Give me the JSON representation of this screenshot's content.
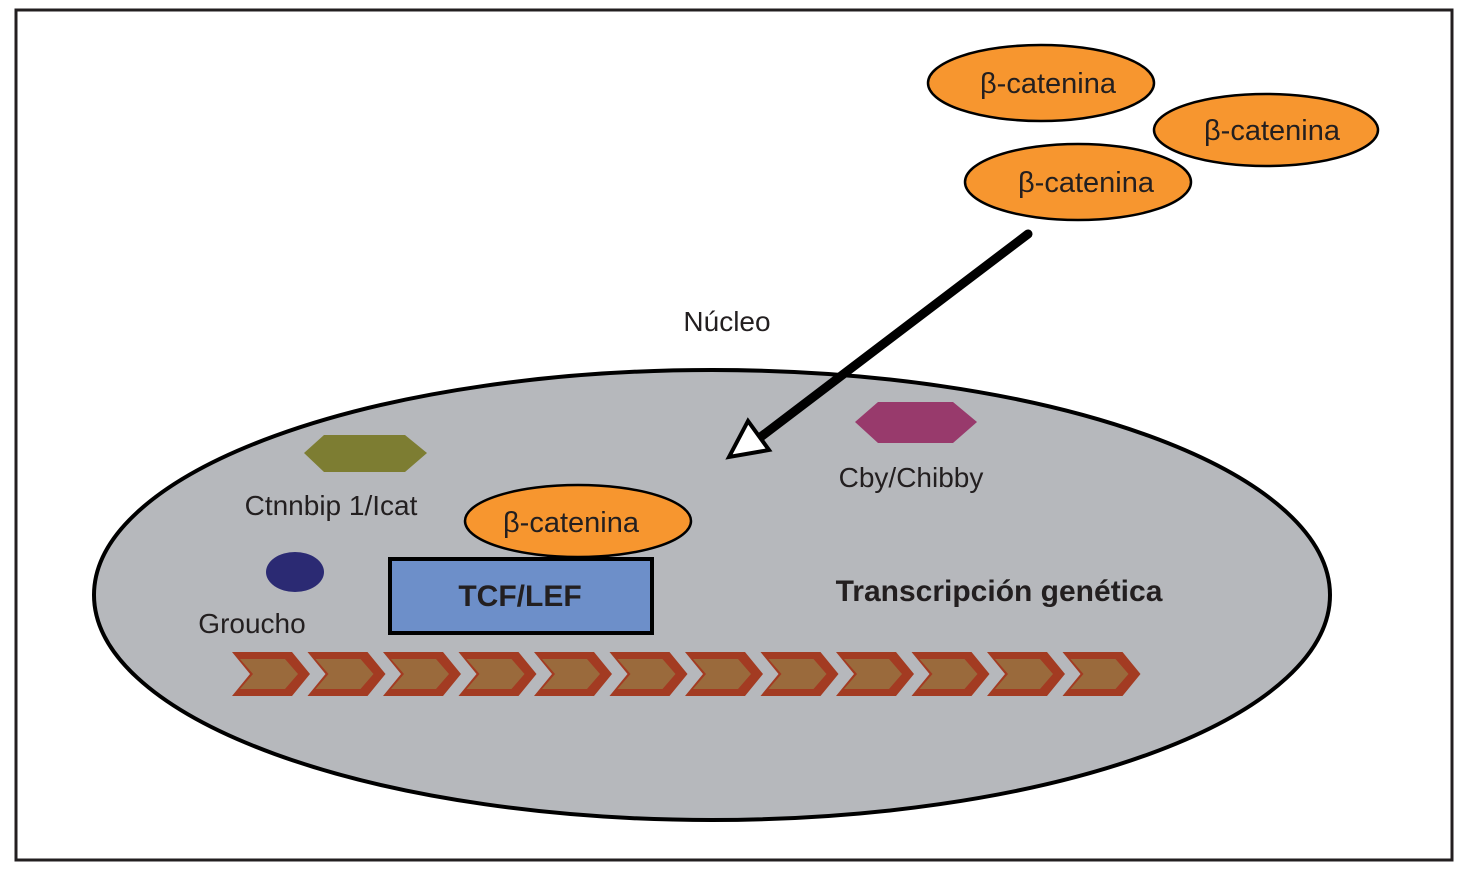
{
  "diagram": {
    "nucleus_label": "Núcleo",
    "beta_catenin_label": "β-catenina",
    "cytoplasm_beta_catenins": [
      {
        "label": "β-catenina"
      },
      {
        "label": "β-catenina"
      },
      {
        "label": "β-catenina"
      }
    ],
    "nuclear_beta_catenin": {
      "label": "β-catenina"
    },
    "tcf_lef": {
      "label": "TCF/LEF"
    },
    "ctnnbip": {
      "label": "Ctnnbip 1/Icat"
    },
    "cby": {
      "label": "Cby/Chibby"
    },
    "groucho": {
      "label": "Groucho"
    },
    "transcription": {
      "label": "Transcripción genética"
    },
    "dna_segments": 12,
    "colors": {
      "nucleus_fill": "#b6b8bc",
      "beta_catenin_fill": "#f7962f",
      "tcf_lef_fill": "#6d8fc9",
      "ctnnbip_fill": "#7d7d32",
      "cby_fill": "#983a6c",
      "groucho_fill": "#2b2a73",
      "dna_outer": "#a33b22",
      "dna_inner": "#9a6a3c",
      "stroke": "#000000"
    }
  }
}
